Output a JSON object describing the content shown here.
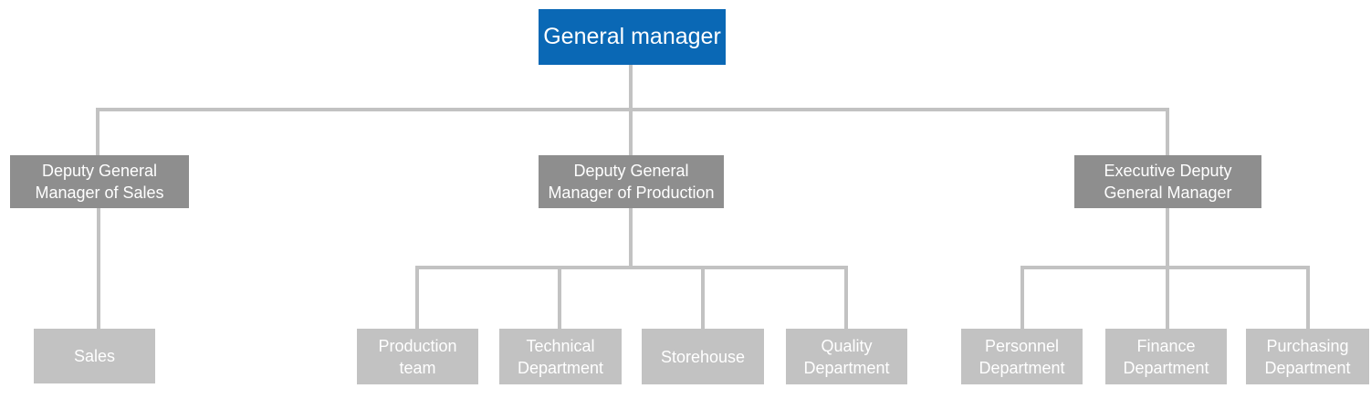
{
  "diagram_type": "org-chart",
  "palette": {
    "root_fill": "#0a68b5",
    "level2_fill": "#8e8e8e",
    "level3_fill": "#c2c2c2",
    "connector": "#c2c2c2",
    "text": "#ffffff",
    "background": "#ffffff"
  },
  "nodes": {
    "general_manager": {
      "label": "General manager"
    },
    "deputy_sales": {
      "label": "Deputy General\nManager of Sales"
    },
    "deputy_production": {
      "label": "Deputy General\nManager of Production"
    },
    "executive_deputy": {
      "label": "Executive Deputy\nGeneral Manager"
    },
    "sales": {
      "label": "Sales"
    },
    "production_team": {
      "label": "Production\nteam"
    },
    "technical": {
      "label": "Technical\nDepartment"
    },
    "storehouse": {
      "label": "Storehouse"
    },
    "quality": {
      "label": "Quality\nDepartment"
    },
    "personnel": {
      "label": "Personnel\nDepartment"
    },
    "finance": {
      "label": "Finance\nDepartment"
    },
    "purchasing": {
      "label": "Purchasing\nDepartment"
    }
  },
  "hierarchy": {
    "general_manager": [
      "deputy_sales",
      "deputy_production",
      "executive_deputy"
    ],
    "deputy_sales": [
      "sales"
    ],
    "deputy_production": [
      "production_team",
      "technical",
      "storehouse",
      "quality"
    ],
    "executive_deputy": [
      "personnel",
      "finance",
      "purchasing"
    ]
  }
}
